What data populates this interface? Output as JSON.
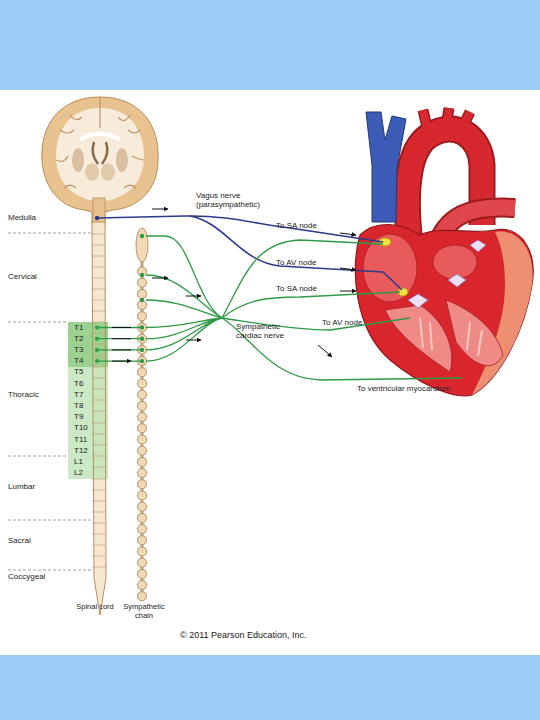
{
  "diagram": {
    "labels": [
      "Vagus nerve (parasympathetic)",
      "Medulla",
      "To SA node",
      "To AV node",
      "Cervical",
      "To SA node",
      "T1",
      "T2",
      "T3",
      "T4",
      "Sympathetic cardiac nerve",
      "To AV node",
      "T5",
      "T6",
      "T7",
      "T8",
      "T9",
      "T10",
      "T11",
      "T12",
      "L1",
      "L2",
      "Thoracic",
      "To ventricular myocardium",
      "Lumbar",
      "Sacral",
      "Coccygeal",
      "Spinal cord",
      "Sympathetic chain",
      "© 2011 Pearson Education, Inc."
    ]
  }
}
